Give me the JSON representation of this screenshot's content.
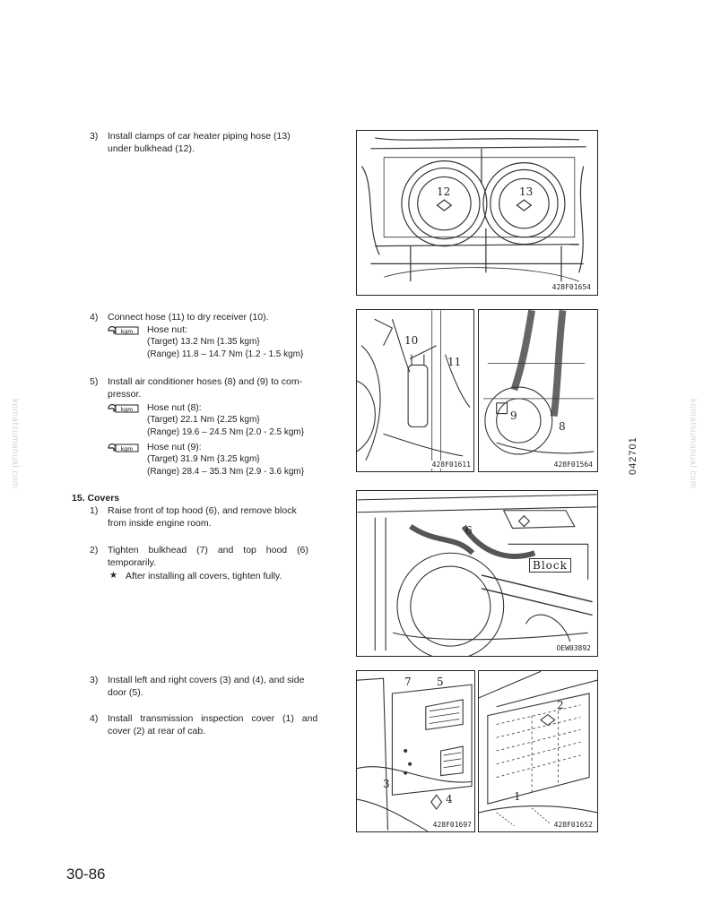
{
  "steps": {
    "s3a": {
      "num": "3)",
      "line1": "Install clamps of car heater piping hose (13)",
      "line2": "under bulkhead (12)."
    },
    "s4a": {
      "num": "4)",
      "line1": "Connect hose (11) to dry receiver (10).",
      "torque_label": "Hose nut:",
      "target": "(Target) 13.2 Nm {1.35 kgm}",
      "range": "(Range) 11.8 – 14.7 Nm {1.2 - 1.5 kgm}"
    },
    "s5": {
      "num": "5)",
      "line1": "Install air conditioner hoses (8) and (9) to com-",
      "line2": "pressor.",
      "nut8_label": "Hose nut (8):",
      "nut8_target": "(Target) 22.1 Nm {2.25 kgm}",
      "nut8_range": "(Range) 19.6 – 24.5 Nm {2.0 - 2.5 kgm}",
      "nut9_label": "Hose nut (9):",
      "nut9_target": "(Target) 31.9 Nm {3.25 kgm}",
      "nut9_range": "(Range) 28.4 – 35.3 Nm {2.9 - 3.6 kgm}"
    },
    "s15": {
      "heading": "15. Covers",
      "s1_num": "1)",
      "s1_line1": "Raise front of top hood (6), and remove block",
      "s1_line2": "from inside engine room.",
      "s2_num": "2)",
      "s2_line1": "Tighten bulkhead (7) and top hood (6)",
      "s2_line2": "temporarily.",
      "note_star": "★",
      "note": "After installing all covers, tighten fully."
    },
    "s3b": {
      "num": "3)",
      "line1": "Install left and right covers (3) and (4), and side",
      "line2": "door (5)."
    },
    "s4b": {
      "num": "4)",
      "line1": "Install transmission inspection cover (1) and",
      "line2": "cover (2) at rear of cab."
    }
  },
  "figures": {
    "f1": {
      "code": "428F01654",
      "labels": [
        "12",
        "13"
      ]
    },
    "f2": {
      "code": "428F01611",
      "labels": [
        "10",
        "11"
      ]
    },
    "f3": {
      "code": "428F01564",
      "labels": [
        "9",
        "8"
      ]
    },
    "f4": {
      "code": "OEW03892",
      "labels": [
        "6",
        "Block"
      ]
    },
    "f5": {
      "code": "428F01697",
      "labels": [
        "7",
        "5",
        "3",
        "4"
      ]
    },
    "f6": {
      "code": "428F01652",
      "labels": [
        "2",
        "1"
      ]
    }
  },
  "wrench_icon_text": "kgm",
  "watermark": "komatsumanual.com",
  "doc_id": "042701",
  "page_number": "30-86"
}
